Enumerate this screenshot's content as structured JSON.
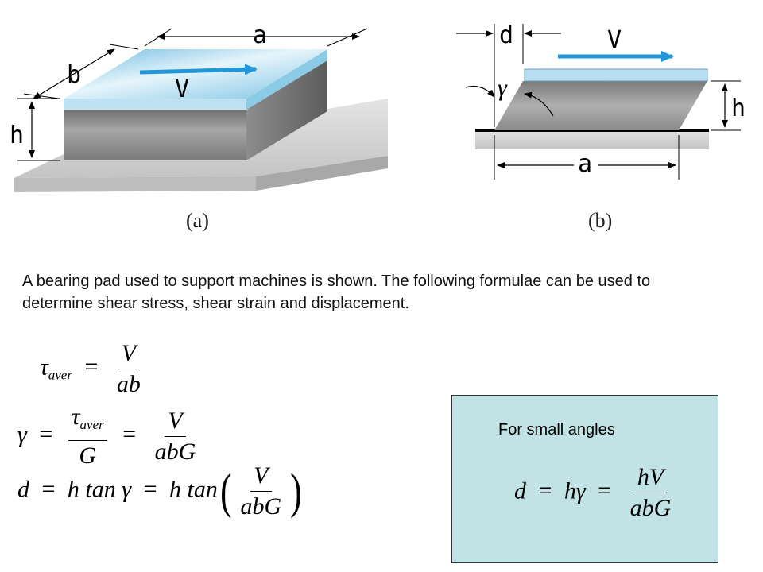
{
  "figure_a": {
    "caption": "(a)",
    "label_a": "a",
    "label_b": "b",
    "label_h": "h",
    "label_V": "V"
  },
  "figure_b": {
    "caption": "(b)",
    "label_d": "d",
    "label_V": "V",
    "label_gamma": "γ",
    "label_h": "h",
    "label_a": "a"
  },
  "description": "A bearing pad used to support machines is shown. The following formulae can be used to determine shear stress, shear strain and displacement.",
  "equations": {
    "tau": {
      "lhs": "τ",
      "lhs_sub": "aver",
      "eq": "=",
      "num": "V",
      "den": "ab"
    },
    "gamma": {
      "lhs": "γ",
      "eq": "=",
      "num1": "τ",
      "num1_sub": "aver",
      "den1": "G",
      "eq2": "=",
      "num2": "V",
      "den2": "abG"
    },
    "disp": {
      "lhs": "d",
      "eq": "=",
      "mid": "h tan γ",
      "eq2": "=",
      "rhs_pre": "h tan",
      "num": "V",
      "den": "abG"
    }
  },
  "small_angles": {
    "title": "For small angles",
    "lhs": "d",
    "eq": "=",
    "mid": "hγ",
    "eq2": "=",
    "num": "hV",
    "den": "abG",
    "background": "#c1e3e5"
  },
  "colors": {
    "arrow_blue": "#2196d8",
    "pad_top_light": "#dff1f8",
    "pad_top_blue": "#7fc6e6",
    "block_gray": "#8a8a8a",
    "floor_gray": "#d2d2d2"
  }
}
